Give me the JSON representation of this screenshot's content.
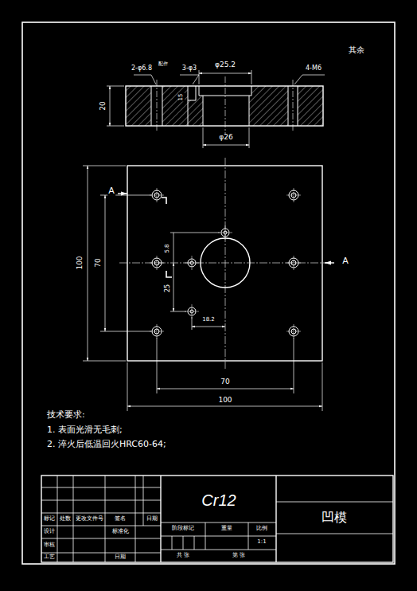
{
  "diagram": {
    "title": "凹模",
    "labels": [
      "其余",
      "2-φ6.8",
      "配作",
      "3-φ3",
      "φ25.2",
      "4-M6",
      "20",
      "15",
      "φ26",
      "A",
      "A",
      "100",
      "70",
      "5.8",
      "25",
      "18.2",
      "70",
      "100",
      "技术要求:",
      "1. 表面光滑无毛刺;",
      "2. 淬火后低温回火HRC60-64;",
      "Cr12",
      "标记",
      "处数",
      "更改文件号",
      "签名",
      "日期",
      "设计",
      "标准化",
      "审核",
      "工艺",
      "日期",
      "阶段标记",
      "重量",
      "比例",
      "1:1",
      "共 张",
      "第 张"
    ]
  }
}
